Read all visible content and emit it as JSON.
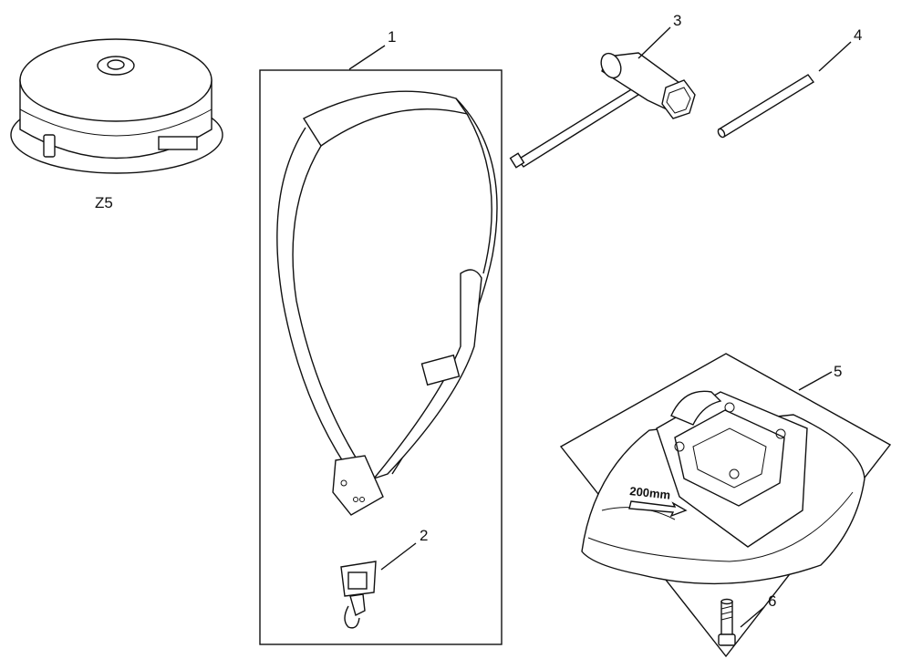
{
  "labels": {
    "spool_cover": "Z5",
    "harness": "1",
    "hanger": "2",
    "wrench": "3",
    "pin": "4",
    "guard": "5",
    "bolt": "6"
  },
  "guard_marking": "200mm"
}
